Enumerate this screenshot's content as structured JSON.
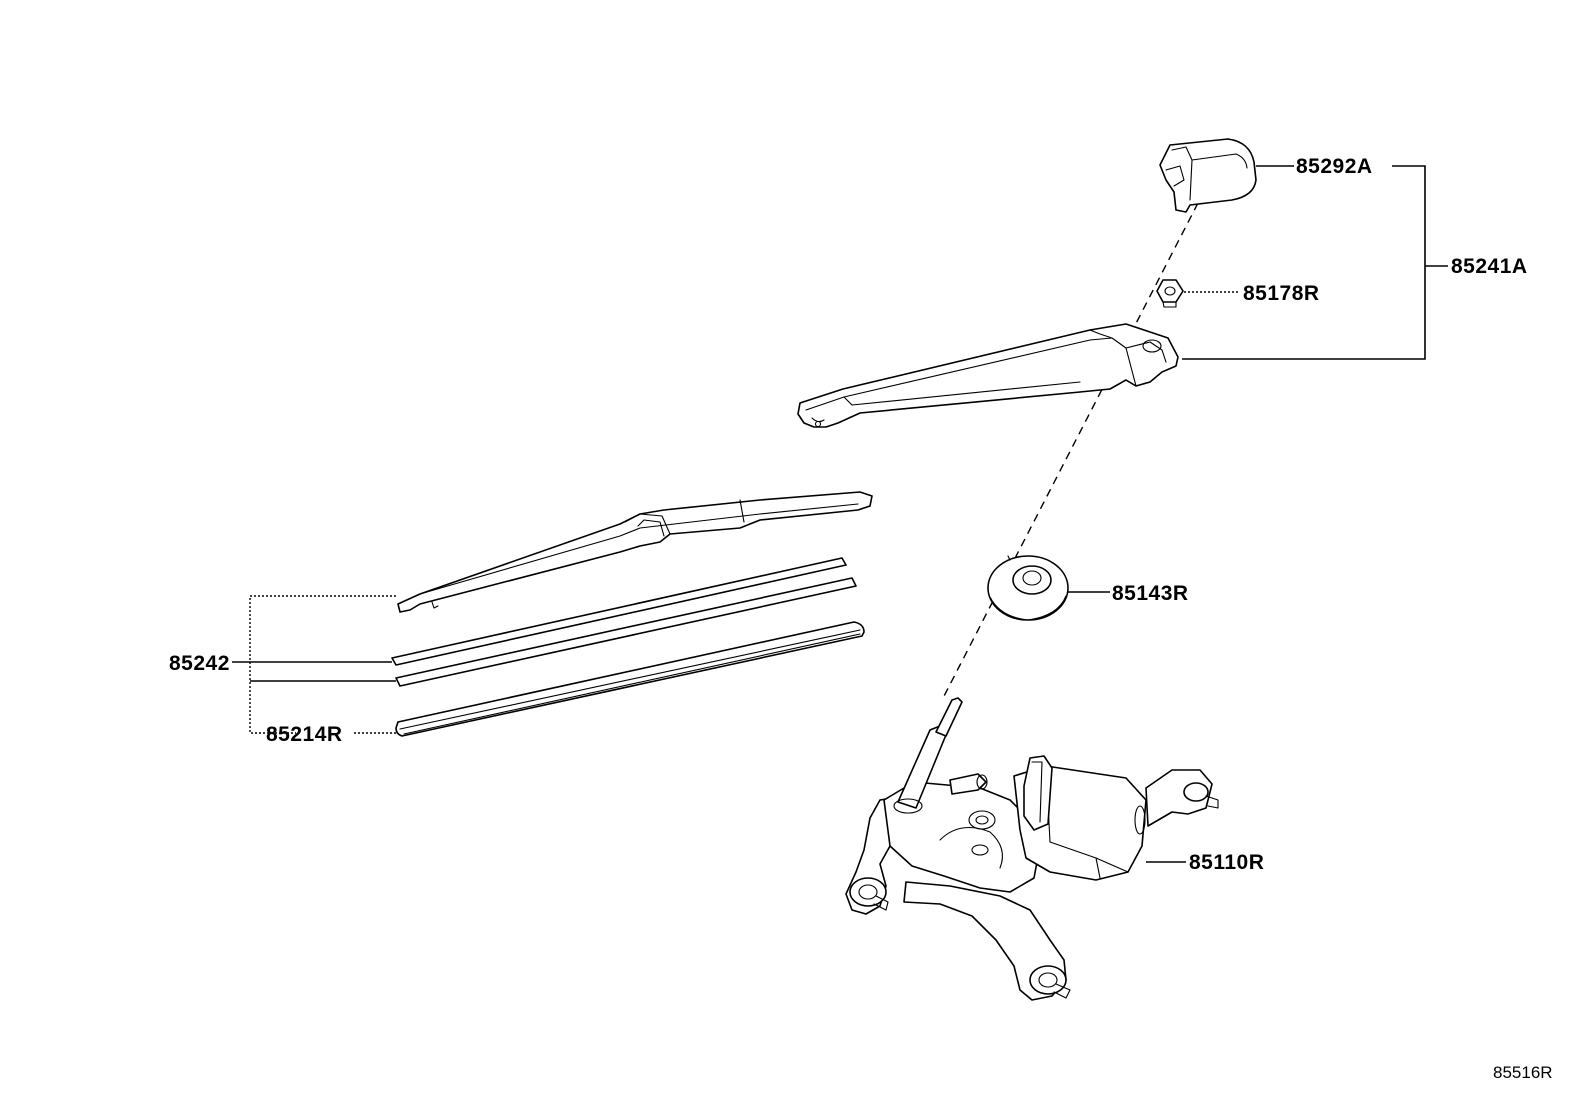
{
  "diagram": {
    "part_numbers": {
      "cap": "85292A",
      "arm_assembly": "85241A",
      "nut": "85178R",
      "pivot_cover": "85143R",
      "blade_assembly": "85242",
      "blade_rubber": "85214R",
      "motor": "85110R"
    },
    "figure_ref": "85516R"
  }
}
